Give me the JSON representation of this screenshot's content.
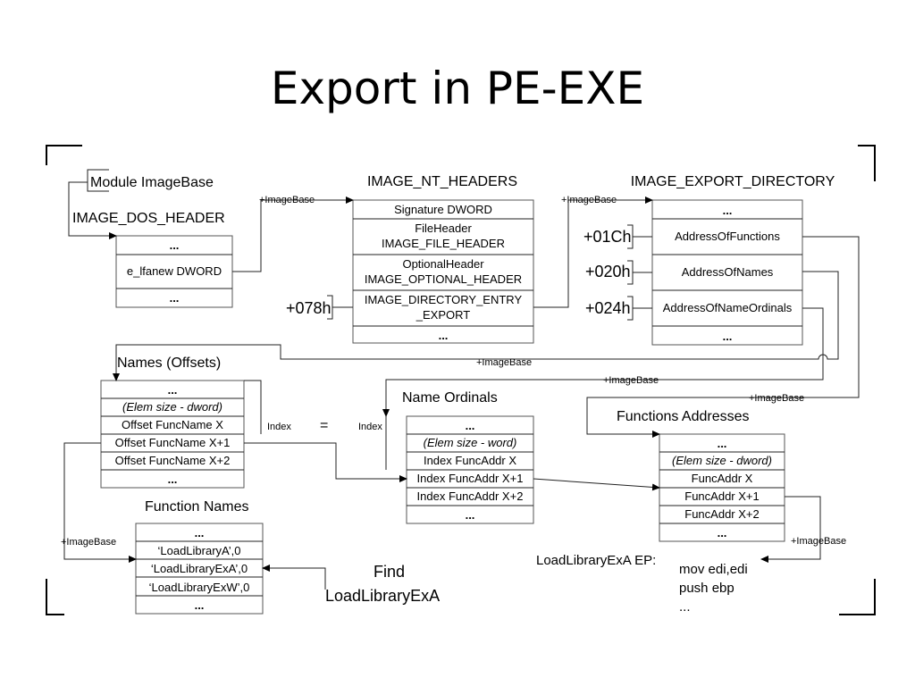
{
  "title": "Export in PE-EXE",
  "module_imagebase": "Module ImageBase",
  "dos_header": {
    "title": "IMAGE_DOS_HEADER",
    "rows": [
      "...",
      "e_lfanew DWORD",
      "..."
    ]
  },
  "nt_headers": {
    "title": "IMAGE_NT_HEADERS",
    "rows": [
      [
        "Signature DWORD"
      ],
      [
        "FileHeader",
        "IMAGE_FILE_HEADER"
      ],
      [
        "OptionalHeader",
        "IMAGE_OPTIONAL_HEADER"
      ],
      [
        "IMAGE_DIRECTORY_ENTRY",
        "_EXPORT"
      ],
      [
        "..."
      ]
    ],
    "offset": "+078h"
  },
  "export_directory": {
    "title": "IMAGE_EXPORT_DIRECTORY",
    "rows": [
      "...",
      "AddressOfFunctions",
      "AddressOfNames",
      "AddressOfNameOrdinals",
      "..."
    ],
    "offsets": [
      "+01Ch",
      "+020h",
      "+024h"
    ]
  },
  "names": {
    "title": "Names (Offsets)",
    "rows": [
      "...",
      "(Elem size - dword)",
      "Offset FuncName X",
      "Offset  FuncName X+1",
      "Offset  FuncName X+2",
      "..."
    ]
  },
  "ordinals": {
    "title": "Name Ordinals",
    "rows": [
      "...",
      "(Elem size - word)",
      "Index FuncAddr X",
      "Index FuncAddr X+1",
      "Index FuncAddr X+2",
      "..."
    ]
  },
  "functions": {
    "title": "Functions Addresses",
    "rows": [
      "...",
      "(Elem size - dword)",
      "FuncAddr X",
      "FuncAddr X+1",
      "FuncAddr X+2",
      "..."
    ]
  },
  "function_names": {
    "title": "Function Names",
    "rows": [
      "...",
      "‘LoadLibraryA’,0",
      "‘LoadLibraryExA’,0",
      "‘LoadLibraryExW’,0",
      "..."
    ]
  },
  "imagebase_label": "+ImageBase",
  "index_label": "Index",
  "equals": "=",
  "find": "Find",
  "find_target": "LoadLibraryExA",
  "entry_point": {
    "label": "LoadLibraryExA EP:",
    "code": [
      "mov edi,edi",
      "push ebp",
      "..."
    ]
  }
}
